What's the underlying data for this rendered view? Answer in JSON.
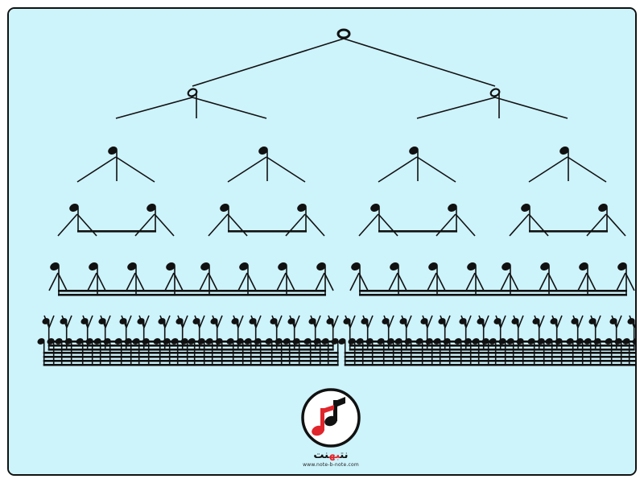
{
  "diagram": {
    "levels": [
      {
        "note": "whole",
        "count": 1
      },
      {
        "note": "half",
        "count": 2
      },
      {
        "note": "quarter",
        "count": 4
      },
      {
        "note": "eighth",
        "count": 8
      },
      {
        "note": "sixteenth",
        "count": 16
      },
      {
        "note": "thirty-second",
        "count": 32
      },
      {
        "note": "sixty-fourth",
        "count": 64
      }
    ]
  },
  "logo": {
    "brand_left": "نت",
    "brand_mid": "به",
    "brand_right": "نت",
    "url": "www.note-b-note.com"
  },
  "colors": {
    "background": "#cdf3fb",
    "ink": "#111111",
    "accent": "#e0262c"
  }
}
